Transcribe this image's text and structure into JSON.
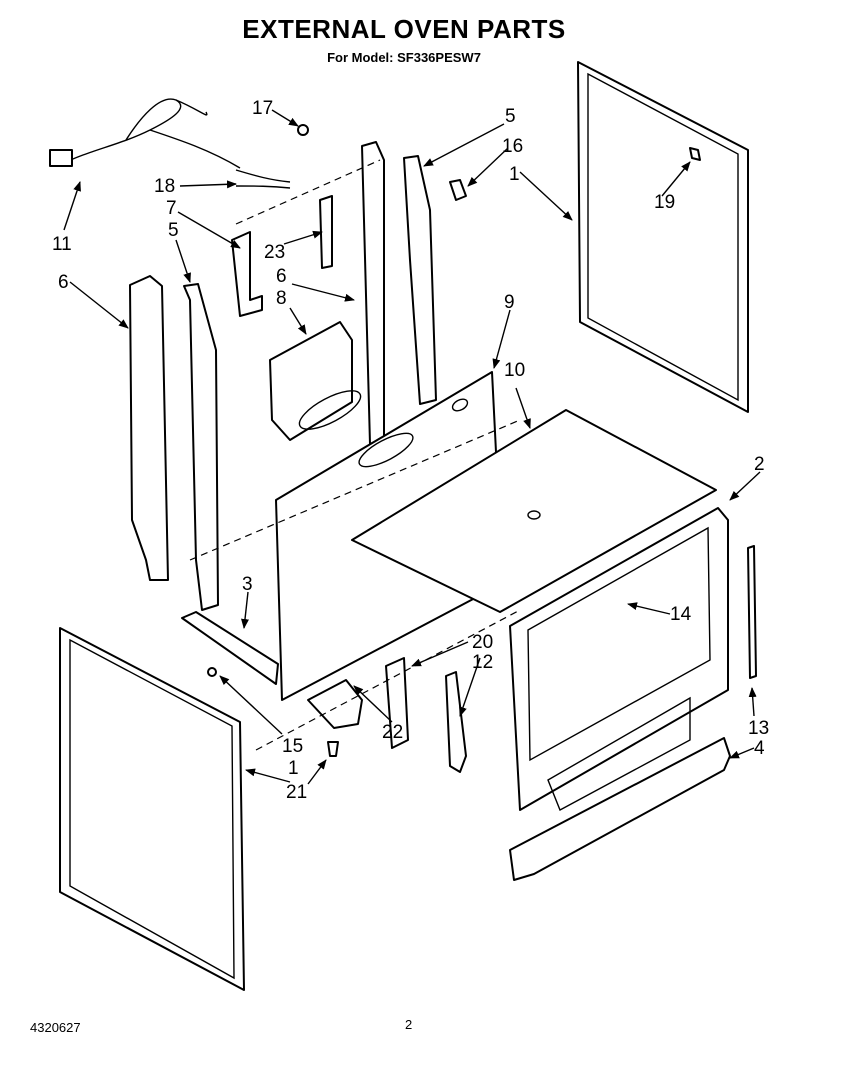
{
  "header": {
    "title": "EXTERNAL OVEN PARTS",
    "subtitle": "For Model: SF336PESW7"
  },
  "footer": {
    "doc_number": "4320627",
    "page_number": "2"
  },
  "callouts": {
    "c1a": "1",
    "c1b": "1",
    "c2": "2",
    "c3": "3",
    "c4": "4",
    "c5a": "5",
    "c5b": "5",
    "c6a": "6",
    "c6b": "6",
    "c7": "7",
    "c8": "8",
    "c9": "9",
    "c10": "10",
    "c11": "11",
    "c12": "12",
    "c13": "13",
    "c14": "14",
    "c15": "15",
    "c16": "16",
    "c17": "17",
    "c18": "18",
    "c19": "19",
    "c20": "20",
    "c21": "21",
    "c22": "22",
    "c23": "23"
  }
}
